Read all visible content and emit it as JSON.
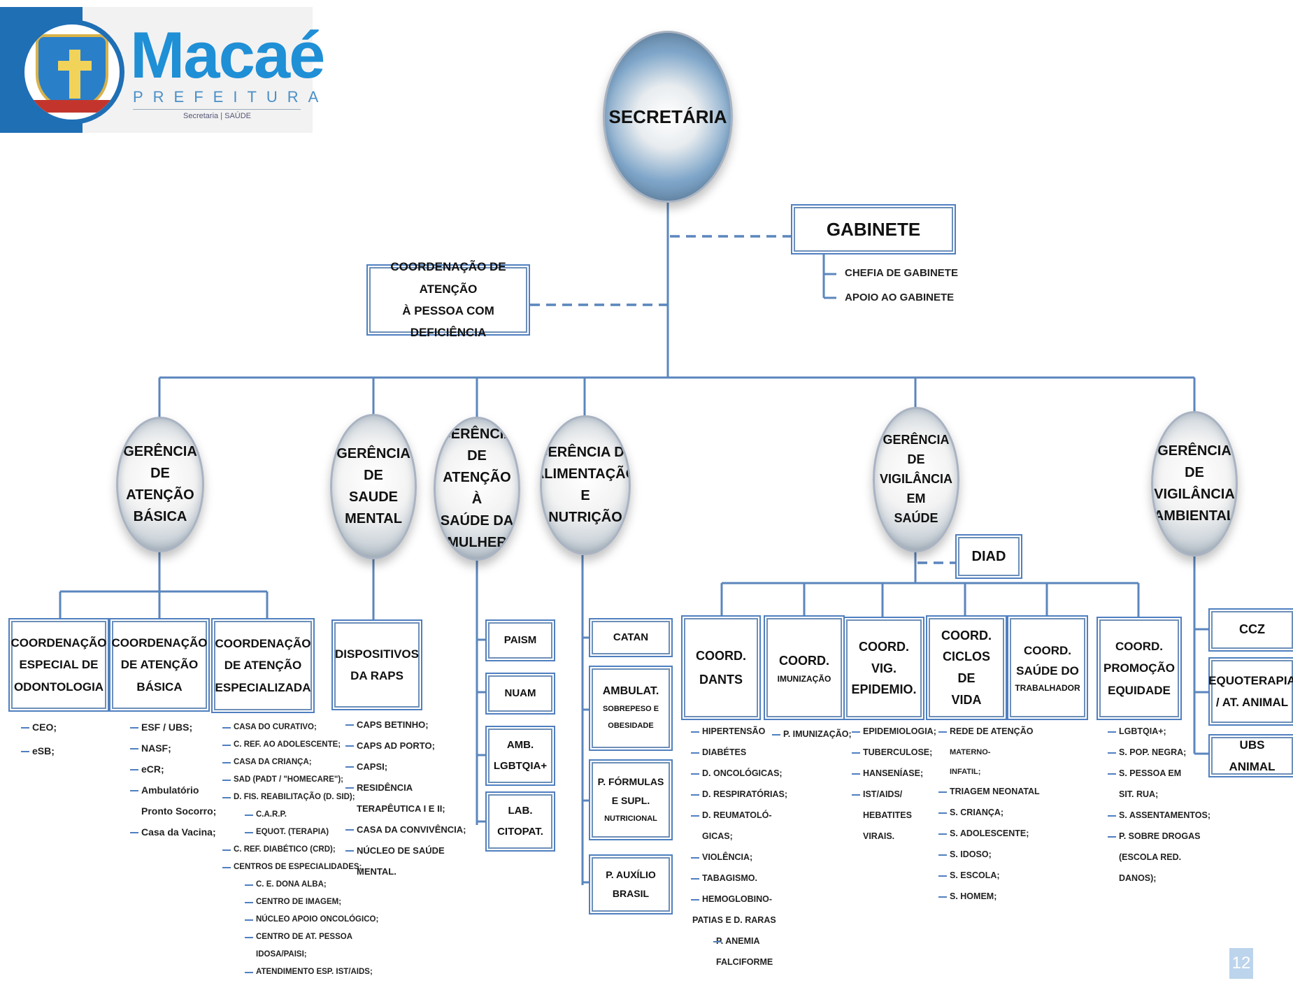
{
  "logo": {
    "name": "Macaé",
    "subtitle": "PREFEITURA",
    "tagline": "Secretaria | SAÚDE"
  },
  "top": {
    "secretaria": "SECRETÁRIA",
    "gabinete": "GABINETE",
    "gabinete_items": [
      "CHEFIA DE GABINETE",
      "APOIO AO GABINETE"
    ],
    "coord_deficiencia": "COORDENAÇÃO DE ATENÇÃO\nÀ PESSOA COM DEFICIÊNCIA"
  },
  "gerencias": [
    {
      "label": "GERÊNCIA DE\nATENÇÃO BÁSICA"
    },
    {
      "label": "GERÊNCIA DE\nSAUDE MENTAL"
    },
    {
      "label": "GERÊNCIA DE\nATENÇÃO À\nSAÚDE DA\nMULHER"
    },
    {
      "label": "GERÊNCIA DE\nALIMENTAÇÃO E\nNUTRIÇÃO"
    },
    {
      "label": "GERÊNCIA DE\nVIGILÂNCIA EM\nSAÚDE"
    },
    {
      "label": "GERÊNCIA DE\nVIGILÂNCIA\nAMBIENTAL"
    }
  ],
  "atencao_basica": {
    "boxes": [
      "COORDENAÇÃO\nESPECIAL DE\nODONTOLOGIA",
      "COORDENAÇÃO\nDE ATENÇÃO\nBÁSICA",
      "COORDENAÇÃO\nDE ATENÇÃO\nESPECIALIZADA"
    ],
    "odonto_items": [
      "CEO;",
      "eSB;"
    ],
    "basica_items": [
      "ESF / UBS;",
      "NASF;",
      "eCR;",
      "Ambulatório",
      "Pronto Socorro;",
      "Casa da Vacina;"
    ],
    "especializada_items": [
      "CASA DO CURATIVO;",
      "C. REF. AO ADOLESCENTE;",
      "CASA DA CRIANÇA;",
      "SAD (PADT / \"HOMECARE\");",
      "D. FIS. REABILITAÇÃO (D. SID);",
      "C.A.R.P.",
      "EQUOT. (TERAPIA)",
      "C. REF. DIABÉTICO (CRD);",
      "CENTROS DE ESPECIALIDADES;",
      "C. E. DONA ALBA;",
      "CENTRO DE IMAGEM;",
      "NÚCLEO APOIO ONCOLÓGICO;",
      "CENTRO DE AT. PESSOA",
      "IDOSA/PAISI;",
      "ATENDIMENTO ESP. IST/AIDS;"
    ]
  },
  "saude_mental": {
    "box": "DISPOSITIVOS\nDA RAPS",
    "items": [
      "CAPS BETINHO;",
      "CAPS AD PORTO;",
      "CAPSI;",
      "RESIDÊNCIA",
      "TERAPÊUTICA I E II;",
      "CASA DA CONVIVÊNCIA;",
      "NÚCLEO DE SAÚDE",
      "MENTAL."
    ]
  },
  "mulher": {
    "boxes": [
      "PAISM",
      "NUAM",
      "AMB.\nLGBTQIA+",
      "LAB.\nCITOPAT."
    ]
  },
  "nutricao": {
    "boxes": [
      "CATAN",
      "AMBULAT.",
      "SOBREPESO E\nOBESIDADE",
      "P. FÓRMULAS\nE SUPL.",
      "NUTRICIONAL",
      "P. AUXÍLIO\nBRASIL"
    ]
  },
  "vigilancia": {
    "diad": "DIAD",
    "boxes": [
      "COORD.\nDANTS",
      "COORD.",
      "IMUNIZAÇÃO",
      "COORD.\nVIG.\nEPIDEMIO.",
      "COORD.\nCICLOS DE\nVIDA",
      "COORD.\nSAÚDE DO",
      "TRABALHADOR",
      "COORD.\nPROMOÇÃO\nEQUIDADE"
    ],
    "dants_items": [
      "HIPERTENSÃO",
      "DIABÉTES",
      "D. ONCOLÓGICAS;",
      "D. RESPIRATÓRIAS;",
      "D. REUMATOLÓ-",
      "GICAS;",
      "VIOLÊNCIA;",
      "TABAGISMO.",
      "HEMOGLOBINO-",
      "PATIAS E D. RARAS",
      "P. ANEMIA",
      "FALCIFORME"
    ],
    "imunizacao_items": [
      "P. IMUNIZAÇÃO;"
    ],
    "epidemio_items": [
      "EPIDEMIOLOGIA;",
      "TUBERCULOSE;",
      "HANSENÍASE;",
      "IST/AIDS/",
      "HEBATITES",
      "VIRAIS."
    ],
    "ciclos_items": [
      "REDE DE ATENÇÃO",
      "MATERNO-",
      "INFATIL;",
      "TRIAGEM NEONATAL",
      "S. CRIANÇA;",
      "S. ADOLESCENTE;",
      "S. IDOSO;",
      "S. ESCOLA;",
      "S. HOMEM;"
    ],
    "equidade_items": [
      "LGBTQIA+;",
      "S. POP. NEGRA;",
      "S. PESSOA EM",
      "SIT. RUA;",
      "S. ASSENTAMENTOS;",
      "P. SOBRE DROGAS",
      "(ESCOLA RED.",
      "DANOS);"
    ]
  },
  "ambiental": {
    "boxes": [
      "CCZ",
      "EQUOTERAPIA\n/ AT. ANIMAL",
      "UBS ANIMAL"
    ]
  },
  "page_number": "12"
}
